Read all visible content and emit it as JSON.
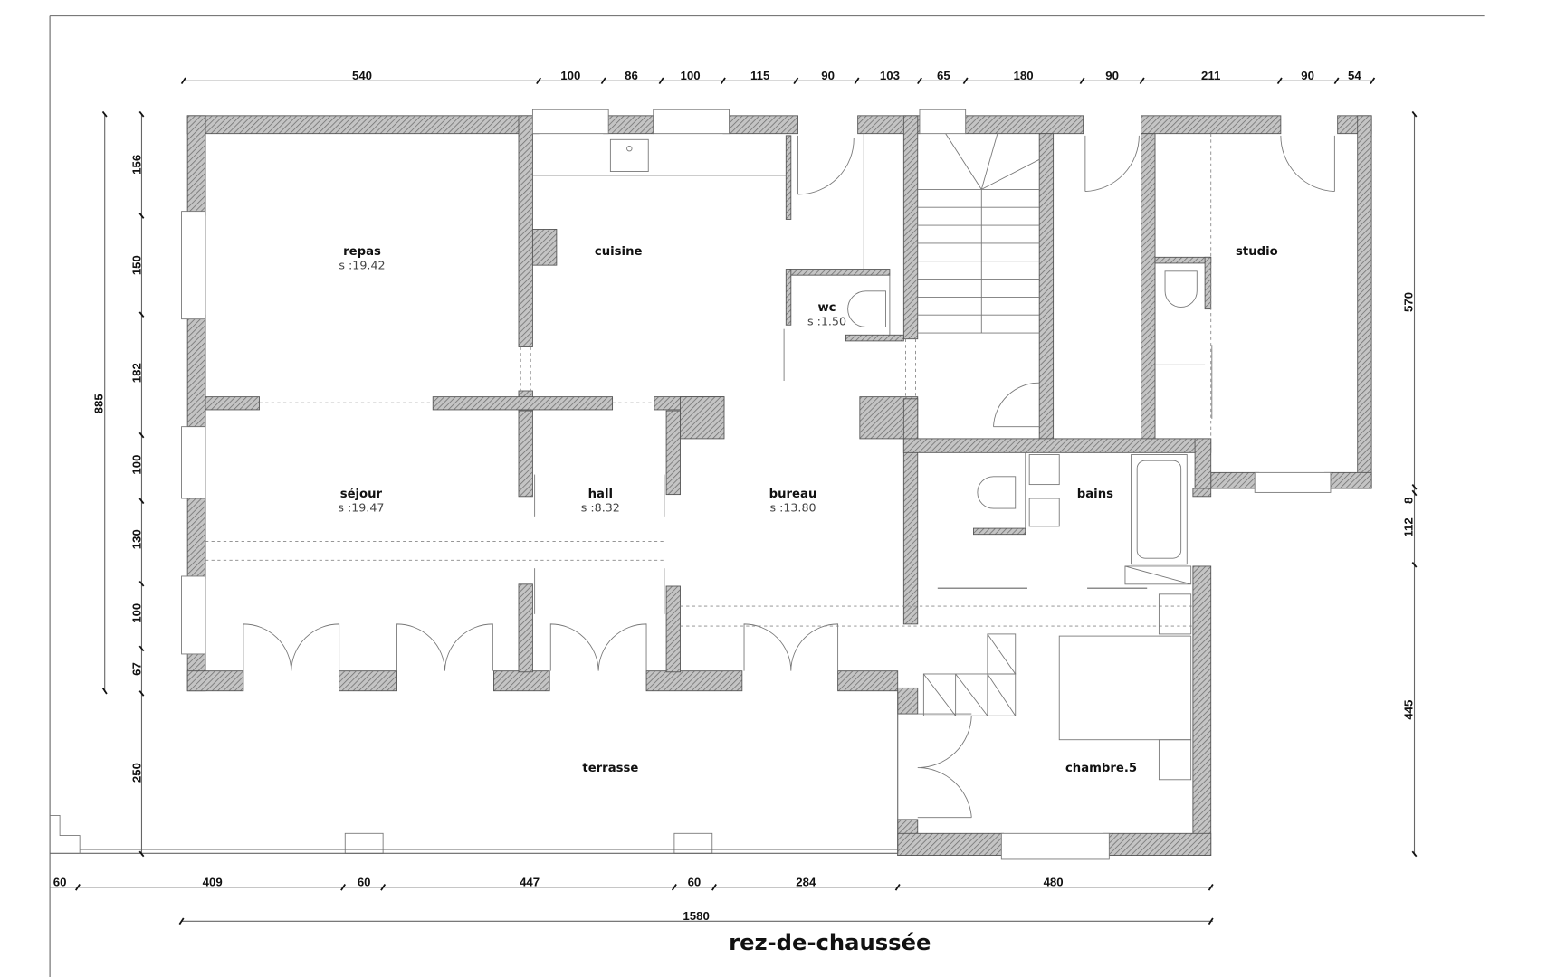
{
  "title": "rez-de-chaussée",
  "rooms": {
    "repas": {
      "name": "repas",
      "area": "s :19.42"
    },
    "cuisine": {
      "name": "cuisine"
    },
    "wc": {
      "name": "wc",
      "area": "s :1.50"
    },
    "studio": {
      "name": "studio"
    },
    "sejour": {
      "name": "séjour",
      "area": "s :19.47"
    },
    "hall": {
      "name": "hall",
      "area": "s :8.32"
    },
    "bureau": {
      "name": "bureau",
      "area": "s :13.80"
    },
    "bains": {
      "name": "bains"
    },
    "terrasse": {
      "name": "terrasse"
    },
    "chambre5": {
      "name": "chambre.5"
    }
  },
  "dimensions": {
    "top": [
      "540",
      "100",
      "86",
      "100",
      "115",
      "90",
      "103",
      "65",
      "180",
      "90",
      "211",
      "90",
      "54"
    ],
    "left_inner": [
      "156",
      "150",
      "182",
      "100",
      "130",
      "100",
      "67",
      "250"
    ],
    "left_total": "885",
    "right": [
      "570",
      "8",
      "112",
      "445"
    ],
    "bottom": [
      "60",
      "409",
      "60",
      "447",
      "60",
      "284",
      "480"
    ],
    "bottom_total": "1580"
  },
  "colors": {
    "wall_fill": "#bdbdbd",
    "wall_hatch": "#6e6e6e",
    "line": "#666666",
    "text": "#111111"
  }
}
